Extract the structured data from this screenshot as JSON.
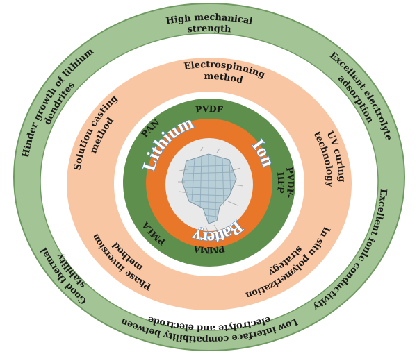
{
  "colors": {
    "outer_ring": "#a3c495",
    "outer_ring_edge": "#6f9b62",
    "method_ring": "#f9c6a3",
    "polymer_disc": "#5f8f4c",
    "core_ring": "#e8772a",
    "center": "#e9e9e9"
  },
  "properties": {
    "high_strength": [
      "High mechanical",
      "strength"
    ],
    "electrolyte_adsorption": [
      "Excellent electrolyte",
      "adsorption"
    ],
    "ionic_conductivity": [
      "Excellent ionic conductivity"
    ],
    "interface": [
      "Low interface compatibility between",
      "electrolyte and electrode"
    ],
    "thermal": [
      "Good thermal",
      "stability"
    ],
    "dendrites": [
      "Hinder growth of lithium",
      "dendrites"
    ]
  },
  "methods": {
    "electrospinning": [
      "Electrospinning",
      "method"
    ],
    "uv_curing": [
      "UV curing",
      "technology"
    ],
    "in_situ": [
      "In situ polymerization",
      "strategy"
    ],
    "phase_inversion": [
      "Phase inversion",
      "method"
    ],
    "solution_casting": [
      "Solution casting",
      "method"
    ]
  },
  "polymers": {
    "pvdf": "PVDF",
    "pvdf_hfp": [
      "PVDF-",
      "HFP"
    ],
    "pmma": "PMMA",
    "pmla": "PMLA",
    "pan": "PAN"
  },
  "core": {
    "word1": "Lithium",
    "word2": "Ion",
    "word3": "Battery"
  }
}
